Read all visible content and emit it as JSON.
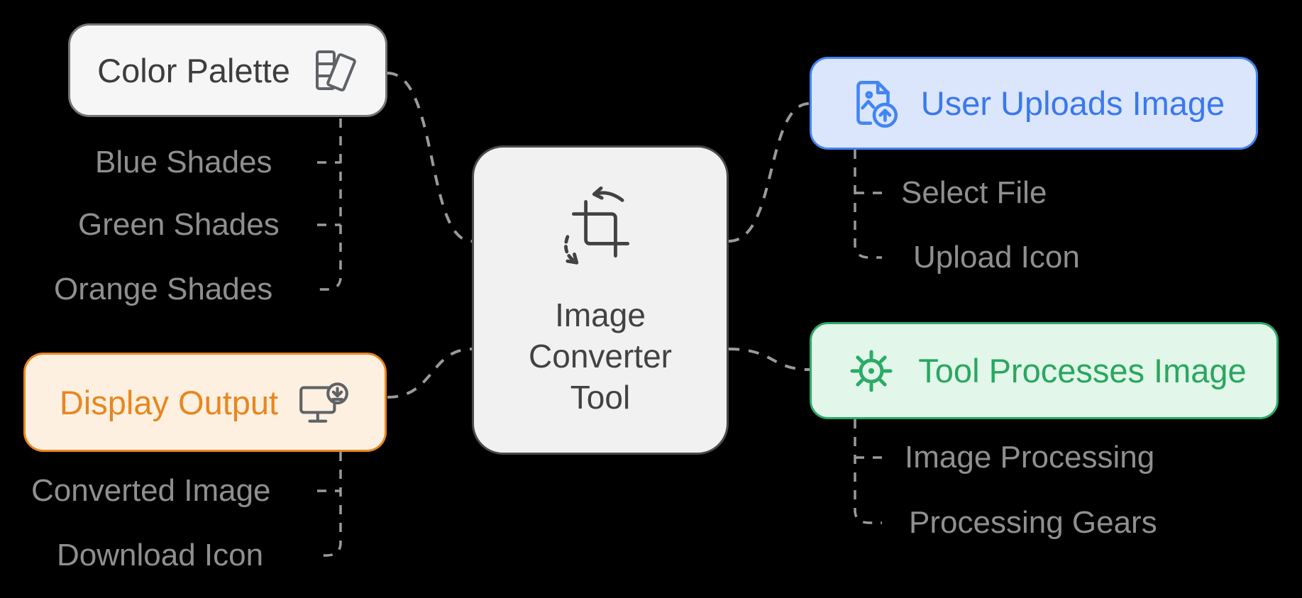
{
  "diagram": {
    "center": {
      "label_lines": [
        "Image",
        "Converter",
        "Tool"
      ],
      "icon": "crop-rotate-icon"
    },
    "branches": {
      "color_palette": {
        "label": "Color Palette",
        "icon": "palette-icon",
        "children": [
          "Blue Shades",
          "Green Shades",
          "Orange Shades"
        ]
      },
      "user_uploads": {
        "label": "User Uploads Image",
        "icon": "image-upload-icon",
        "children": [
          "Select File",
          "Upload Icon"
        ]
      },
      "tool_processes": {
        "label": "Tool Processes Image",
        "icon": "gear-icon",
        "children": [
          "Image Processing",
          "Processing Gears"
        ]
      },
      "display_output": {
        "label": "Display Output",
        "icon": "monitor-download-icon",
        "children": [
          "Converted Image",
          "Download Icon"
        ]
      }
    },
    "colors": {
      "background": "#000000",
      "connector": "#9a9a9a",
      "subitem_text": "#8f8f8f",
      "node_text_gray": "#424242",
      "blue": "#4285f4",
      "blue_bg": "#dbe6fc",
      "green": "#2bab66",
      "green_bg": "#e2f6ea",
      "orange": "#e9861f",
      "orange_bg": "#fdf0e0",
      "gray_node_bg": "#f6f6f6",
      "center_node_bg": "#f1f1f1"
    }
  }
}
